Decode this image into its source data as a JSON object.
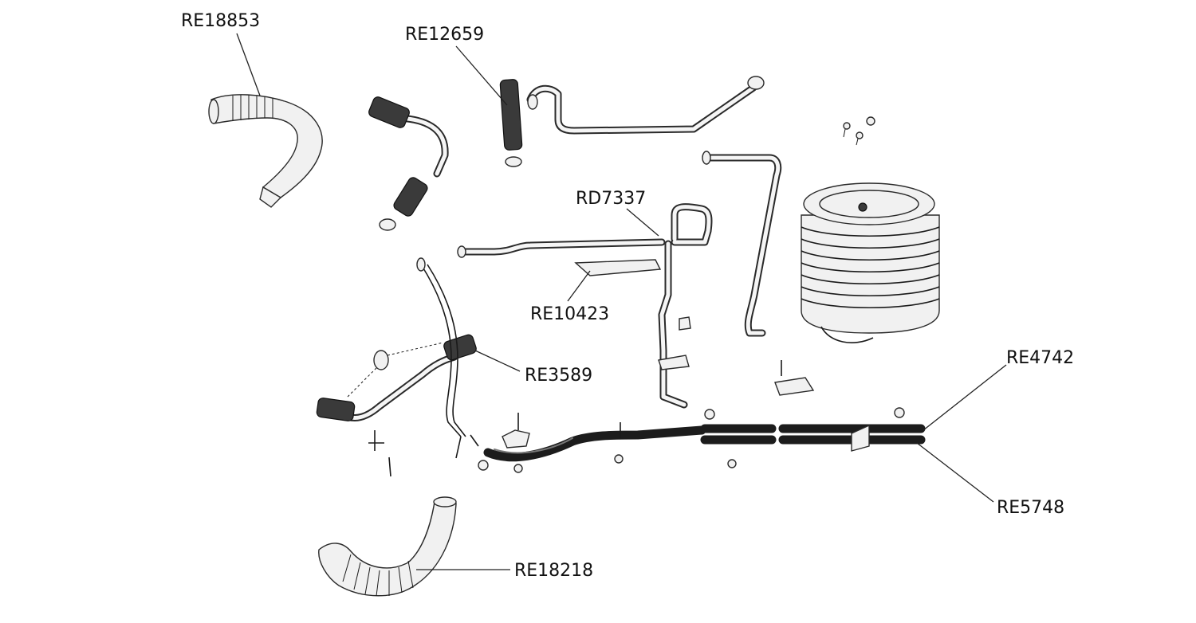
{
  "callouts": {
    "re18853": "RE18853",
    "re12659": "RE12659",
    "rd7337": "RD7337",
    "re10423": "RE10423",
    "re3589": "RE3589",
    "re4742": "RE4742",
    "re5748": "RE5748",
    "re18218": "RE18218"
  }
}
